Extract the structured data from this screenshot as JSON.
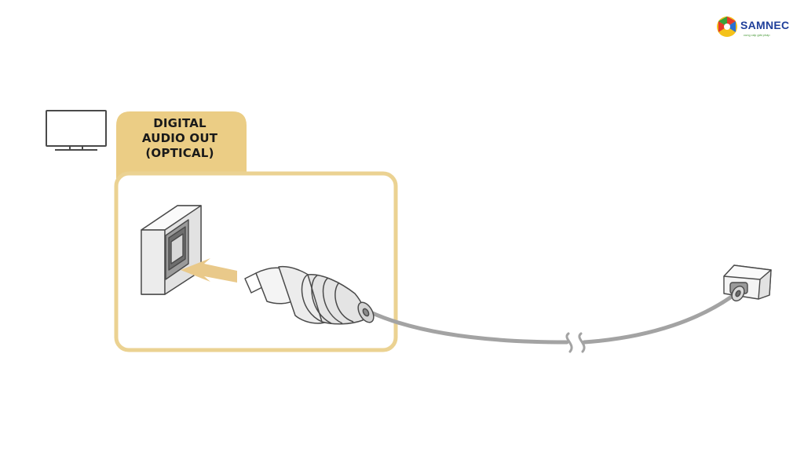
{
  "port_label": {
    "lines": [
      "DIGITAL",
      "AUDIO OUT",
      "(OPTICAL)"
    ]
  },
  "logo": {
    "name": "SAMNEC",
    "tagline": "cung cấp giải pháp"
  },
  "colors": {
    "label_tab": "#ebcd85",
    "panel_border": "#ebd292",
    "cable": "#a3a3a3",
    "outline": "#4a4a4a",
    "brand_blue": "#1f3f9a",
    "brand_green": "#4a9a3a"
  },
  "icons": {
    "tv": "tv-icon",
    "arrow": "arrow-right-icon",
    "cable_break": "cable-break-icon",
    "logo": "samnec-logo-icon"
  }
}
